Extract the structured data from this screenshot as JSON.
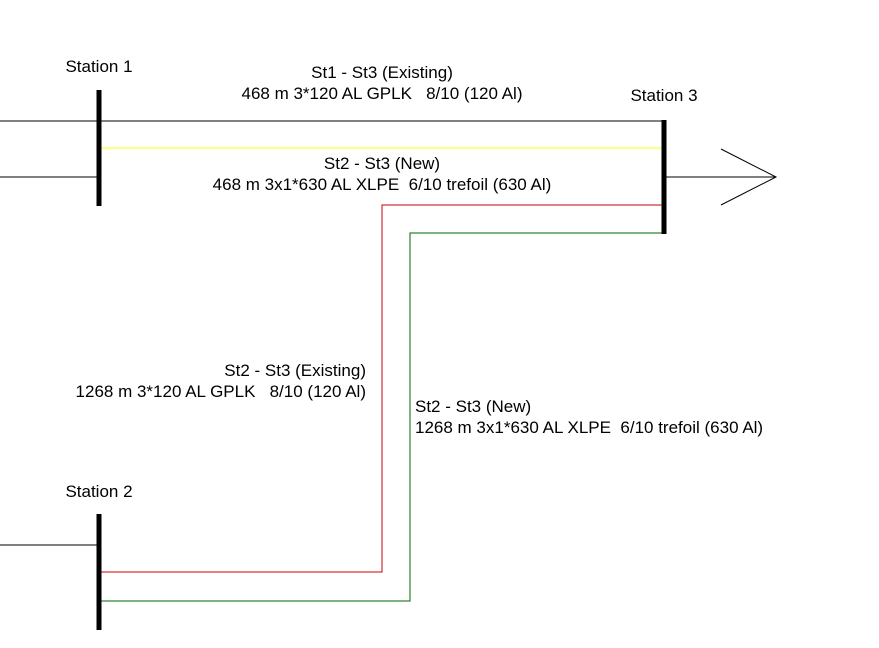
{
  "stations": {
    "station1": "Station 1",
    "station2": "Station 2",
    "station3": "Station 3"
  },
  "cables": {
    "st1_st3_existing": {
      "title": "St1 - St3 (Existing)",
      "spec": "468 m 3*120 AL GPLK   8/10 (120 Al)",
      "color": "#000000"
    },
    "st2_st3_new_top": {
      "title": "St2 - St3 (New)",
      "spec": "468 m 3x1*630 AL XLPE  6/10 trefoil (630 Al)",
      "color": "#ffff00"
    },
    "st2_st3_existing": {
      "title": "St2 - St3 (Existing)",
      "spec": "1268 m 3*120 AL GPLK   8/10 (120 Al)",
      "color": "#cc0000"
    },
    "st2_st3_new": {
      "title": "St2 - St3 (New)",
      "spec": "1268 m 3x1*630 AL XLPE  6/10 trefoil (630 Al)",
      "color": "#006600"
    }
  }
}
